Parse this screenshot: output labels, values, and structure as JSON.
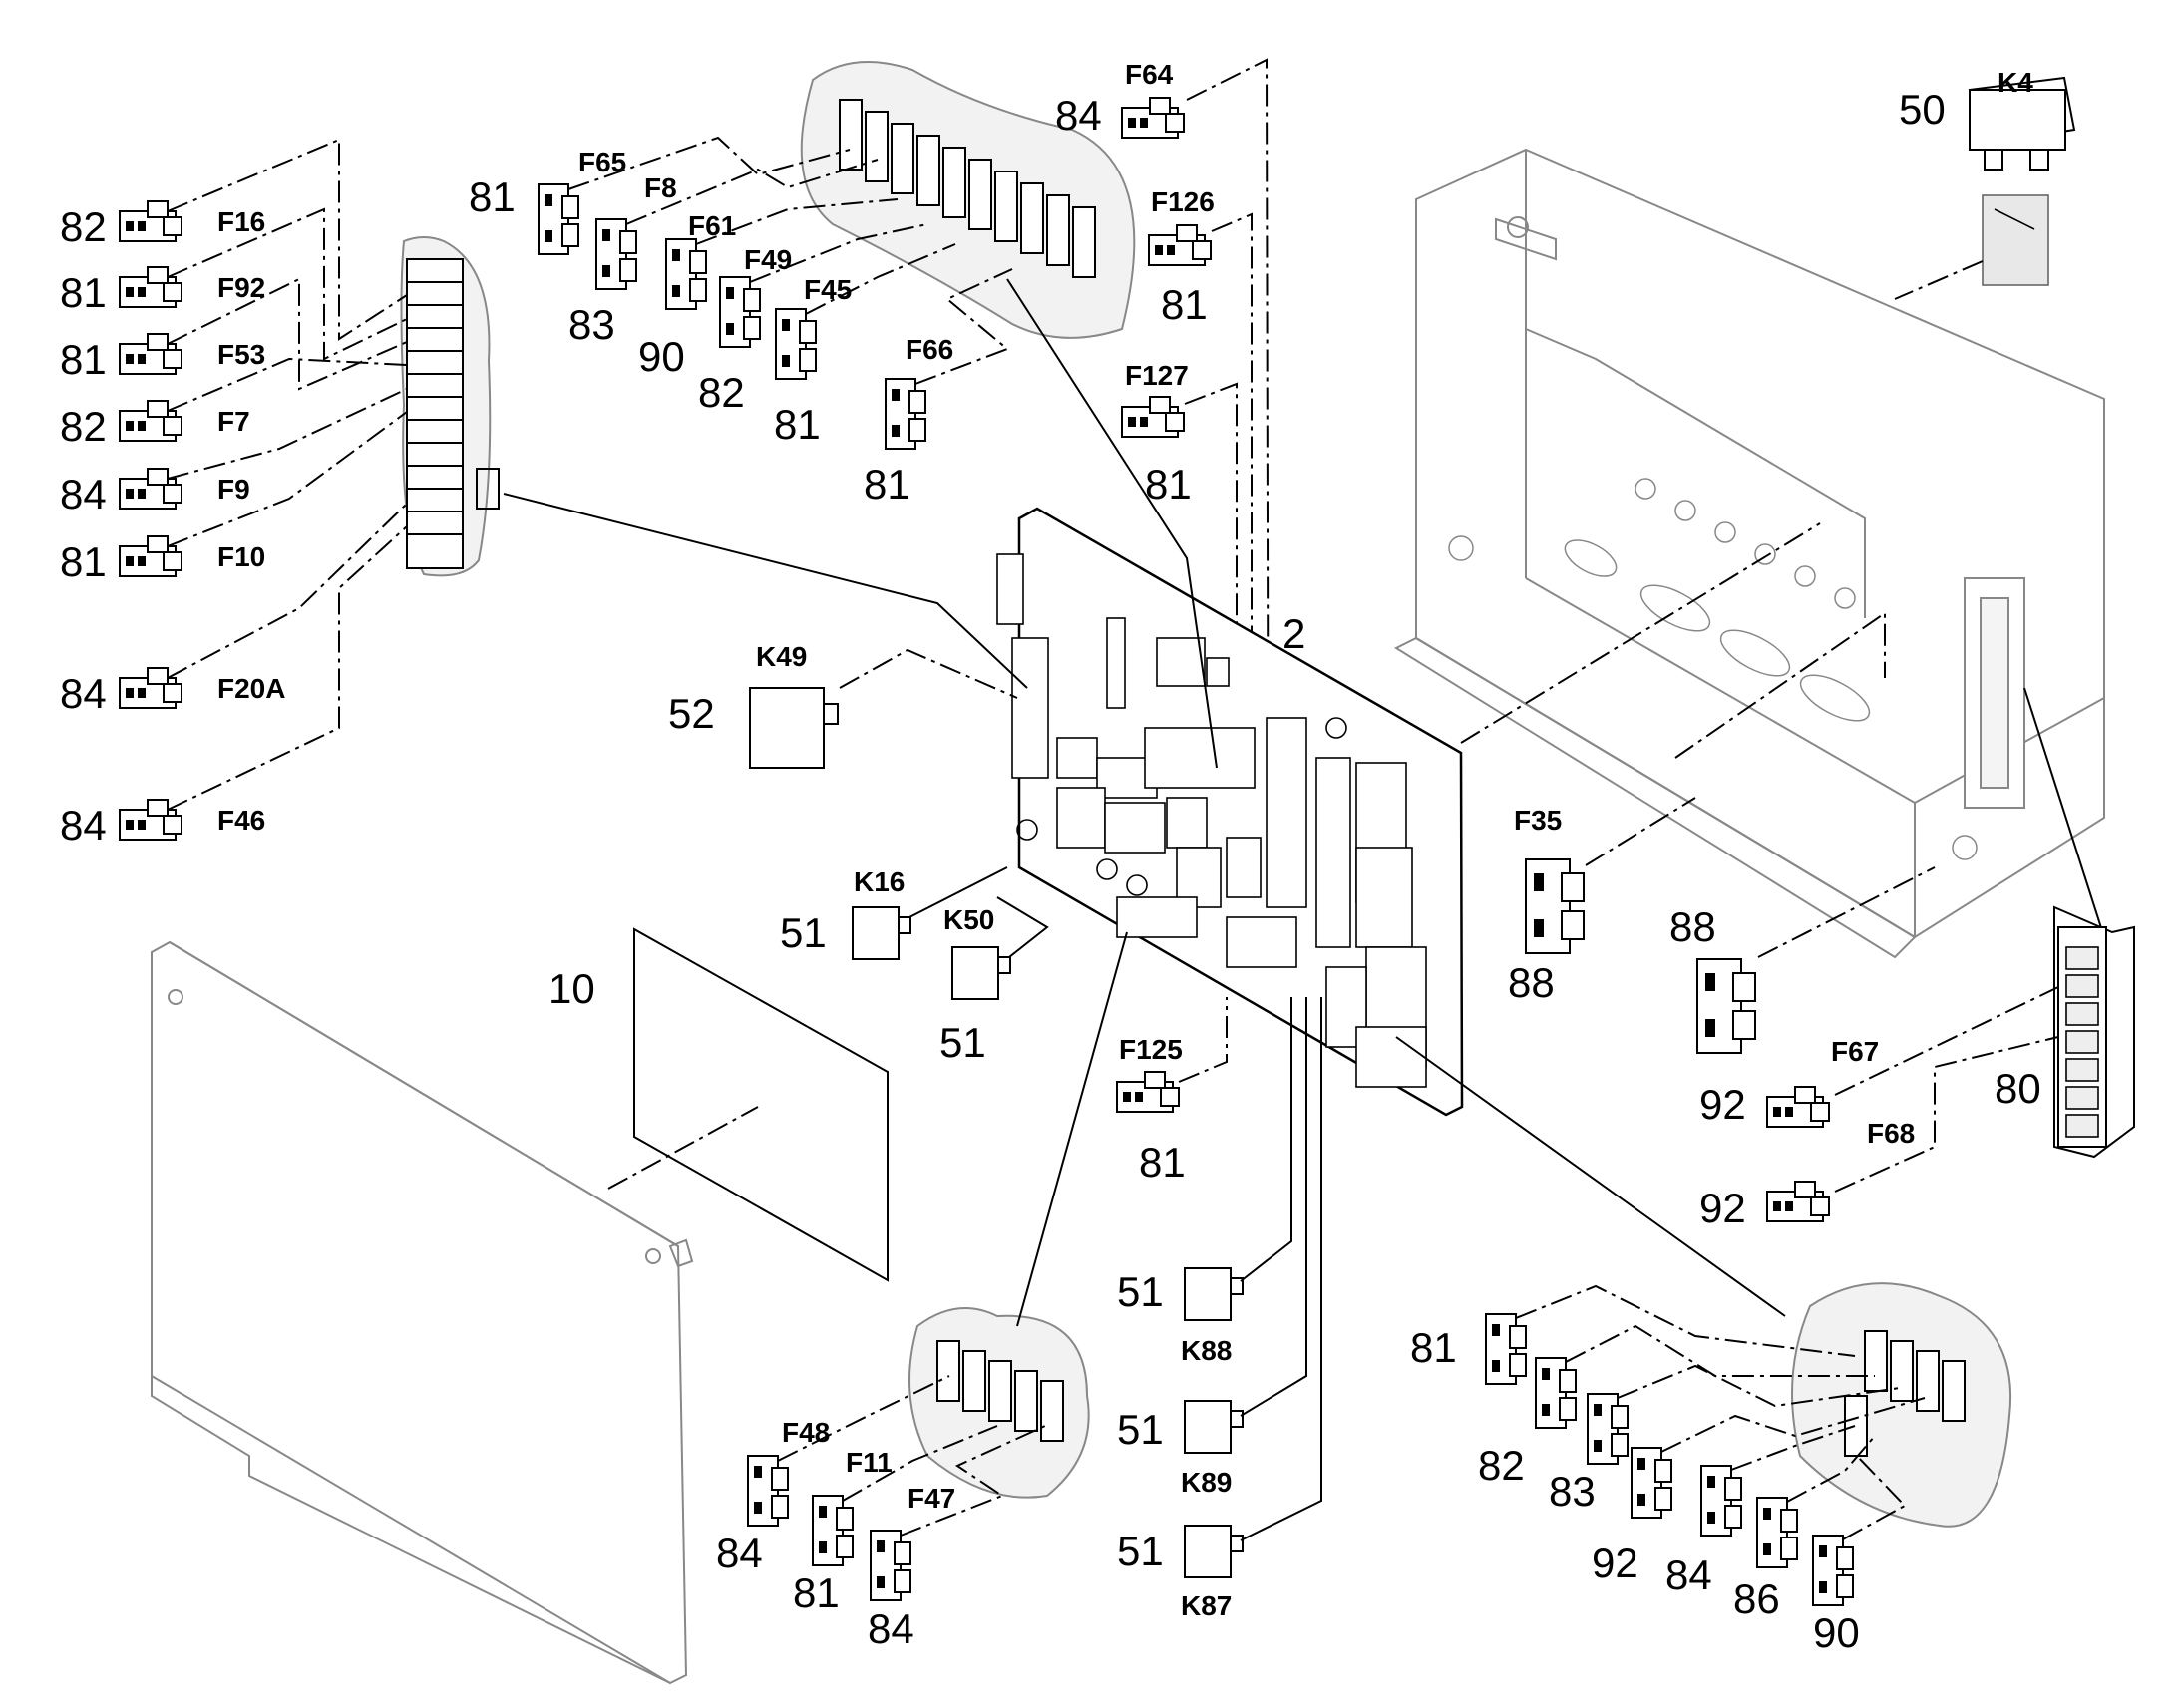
{
  "labels": {
    "f16": "F16",
    "f92": "F92",
    "f53": "F53",
    "f7": "F7",
    "f9": "F9",
    "f10": "F10",
    "f20a": "F20A",
    "f46": "F46",
    "f65": "F65",
    "f8": "F8",
    "f61": "F61",
    "f49": "F49",
    "f45": "F45",
    "f66": "F66",
    "f64": "F64",
    "f126": "F126",
    "f127": "F127",
    "f125": "F125",
    "k4": "K4",
    "k49": "K49",
    "k16": "K16",
    "k50": "K50",
    "k88": "K88",
    "k89": "K89",
    "k87": "K87",
    "f35": "F35",
    "f67": "F67",
    "f68": "F68",
    "f48": "F48",
    "f11": "F11",
    "f47": "F47"
  },
  "numbers": {
    "n_f16": "82",
    "n_f92": "81",
    "n_f53": "81",
    "n_f7": "82",
    "n_f9": "84",
    "n_f10": "81",
    "n_f20a": "84",
    "n_f46": "84",
    "n_f65": "81",
    "n_f8": "83",
    "n_f61": "90",
    "n_f49": "82",
    "n_f45": "81",
    "n_f66": "81",
    "n_f64": "84",
    "n_f126": "81",
    "n_f127": "81",
    "n_f125": "81",
    "n_k4": "50",
    "n_k49": "52",
    "n_k16": "51",
    "n_k50": "51",
    "n_k88": "51",
    "n_k89": "51",
    "n_k87": "51",
    "n_board": "2",
    "n_panel": "10",
    "n_f35": "88",
    "n_88b": "88",
    "n_f67": "92",
    "n_f68": "92",
    "n_block": "80",
    "n_f48": "84",
    "n_f11": "81",
    "n_f47": "84",
    "n_br1": "81",
    "n_br2": "82",
    "n_br3": "83",
    "n_br4": "92",
    "n_br5": "84",
    "n_br6": "86",
    "n_br7": "90"
  }
}
